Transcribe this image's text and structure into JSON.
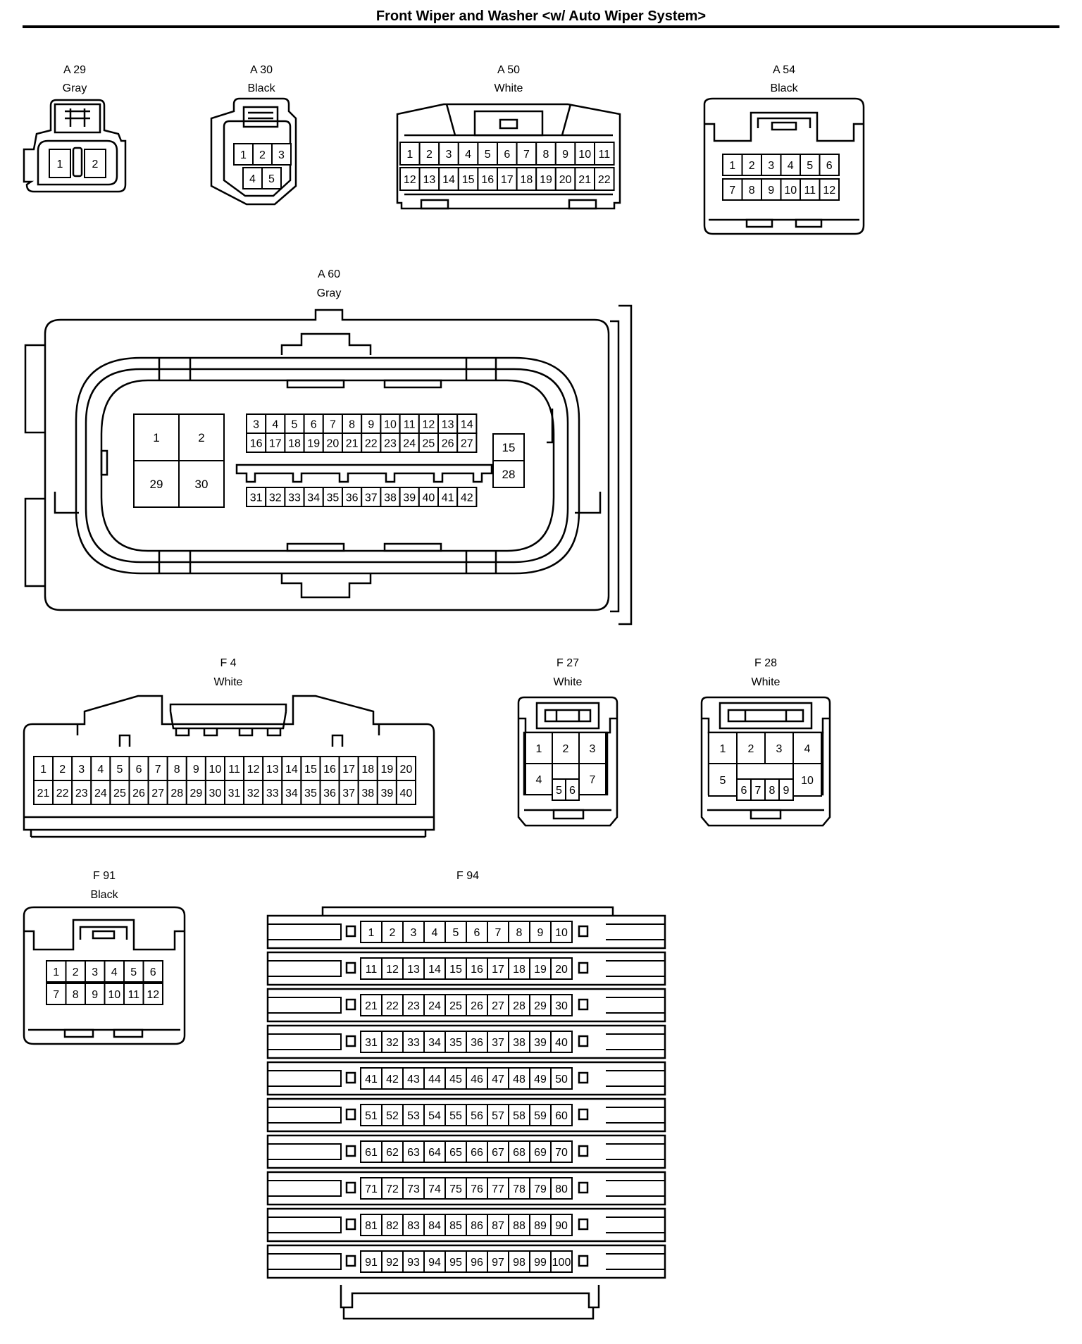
{
  "title": "Front Wiper and Washer <w/ Auto Wiper System>",
  "connectors": {
    "A29": {
      "code": "A 29",
      "color": "Gray",
      "pins": [
        "1",
        "2"
      ]
    },
    "A30": {
      "code": "A 30",
      "color": "Black",
      "pins": [
        "1",
        "2",
        "3",
        "4",
        "5"
      ]
    },
    "A50": {
      "code": "A 50",
      "color": "White",
      "pins": [
        "1",
        "2",
        "3",
        "4",
        "5",
        "6",
        "7",
        "8",
        "9",
        "10",
        "11",
        "12",
        "13",
        "14",
        "15",
        "16",
        "17",
        "18",
        "19",
        "20",
        "21",
        "22"
      ]
    },
    "A54": {
      "code": "A 54",
      "color": "Black",
      "pins": [
        "1",
        "2",
        "3",
        "4",
        "5",
        "6",
        "7",
        "8",
        "9",
        "10",
        "11",
        "12"
      ]
    },
    "A60": {
      "code": "A 60",
      "color": "Gray",
      "pins": [
        "1",
        "2",
        "29",
        "30",
        "3",
        "4",
        "5",
        "6",
        "7",
        "8",
        "9",
        "10",
        "11",
        "12",
        "13",
        "14",
        "16",
        "17",
        "18",
        "19",
        "20",
        "21",
        "22",
        "23",
        "24",
        "25",
        "26",
        "27",
        "31",
        "32",
        "33",
        "34",
        "35",
        "36",
        "37",
        "38",
        "39",
        "40",
        "41",
        "42",
        "15",
        "28"
      ]
    },
    "F4": {
      "code": "F 4",
      "color": "White",
      "pins": [
        "1",
        "2",
        "3",
        "4",
        "5",
        "6",
        "7",
        "8",
        "9",
        "10",
        "11",
        "12",
        "13",
        "14",
        "15",
        "16",
        "17",
        "18",
        "19",
        "20",
        "21",
        "22",
        "23",
        "24",
        "25",
        "26",
        "27",
        "28",
        "29",
        "30",
        "31",
        "32",
        "33",
        "34",
        "35",
        "36",
        "37",
        "38",
        "39",
        "40"
      ]
    },
    "F27": {
      "code": "F 27",
      "color": "White",
      "pins": [
        "1",
        "2",
        "3",
        "4",
        "5",
        "6",
        "7"
      ]
    },
    "F28": {
      "code": "F 28",
      "color": "White",
      "pins": [
        "1",
        "2",
        "3",
        "4",
        "5",
        "6",
        "7",
        "8",
        "9",
        "10"
      ]
    },
    "F91": {
      "code": "F 91",
      "color": "Black",
      "pins": [
        "1",
        "2",
        "3",
        "4",
        "5",
        "6",
        "7",
        "8",
        "9",
        "10",
        "11",
        "12"
      ]
    },
    "F94": {
      "code": "F 94",
      "color": "",
      "pin_count": 100
    }
  }
}
